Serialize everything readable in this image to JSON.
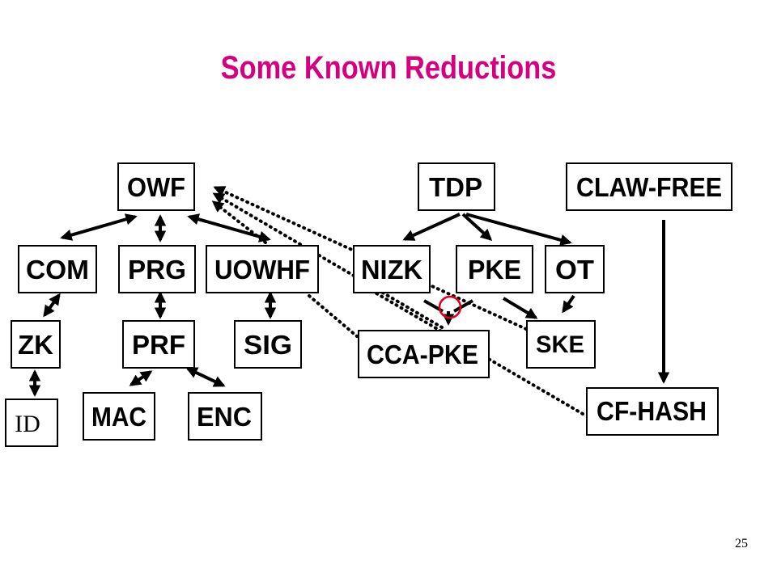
{
  "slide": {
    "title": "Some Known Reductions",
    "page_number": "25",
    "title_color": "#D6007E"
  },
  "nodes": {
    "owf": "OWF",
    "tdp": "TDP",
    "claw_free": "CLAW-FREE",
    "com": "COM",
    "prg": "PRG",
    "uowhf": "UOWHF",
    "nizk": "NIZK",
    "pke": "PKE",
    "ot": "OT",
    "zk": "ZK",
    "prf": "PRF",
    "sig": "SIG",
    "cca_pke": "CCA-PKE",
    "ske": "SKE",
    "id": "ID",
    "mac": "MAC",
    "enc": "ENC",
    "cf_hash": "CF-HASH"
  },
  "colors": {
    "box_border": "#000000",
    "edge": "#000000",
    "combine_marker": "#E0001B"
  }
}
